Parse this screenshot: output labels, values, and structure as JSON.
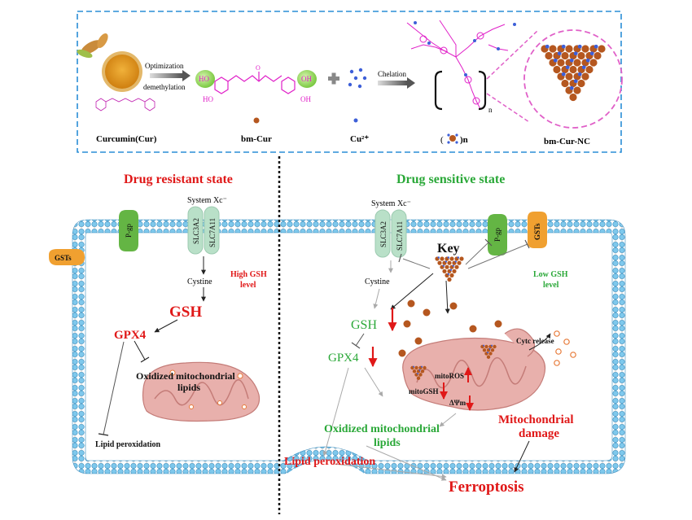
{
  "top_panel": {
    "labels": {
      "optimization": "Optimization",
      "demethylation": "demethylation",
      "curcumin": "Curcumin(Cur)",
      "bm_cur": "bm-Cur",
      "cu": "Cu²⁺",
      "chelation": "Chelation",
      "n_bracket": "n",
      "n_small": ")n",
      "bm_cur_nc": "bm-Cur-NC",
      "ho": "HO",
      "oh": "OH",
      "o": "O"
    }
  },
  "left_panel": {
    "title": "Drug resistant state",
    "system_xc": "System Xc⁻",
    "slc3a2": "SLC3A2",
    "slc7a11": "SLC7A11",
    "pgp": "P-gp",
    "gsts": "GSTs",
    "high_gsh_line1": "High GSH",
    "high_gsh_line2": "level",
    "cystine": "Cystine",
    "gsh": "GSH",
    "gpx4": "GPX4",
    "oxidized_line1": "Oxidized mitochondrial",
    "oxidized_line2": "lipids",
    "lipid_perox": "Lipid peroxidation"
  },
  "right_panel": {
    "title": "Drug sensitive state",
    "system_xc": "System Xc⁻",
    "slc3a2": "SLC3A2",
    "slc7a11": "SLC7A11",
    "pgp": "P-gp",
    "gsts": "GSTs",
    "key": "Key",
    "low_gsh_line1": "Low GSH",
    "low_gsh_line2": "level",
    "cystine": "Cystine",
    "gsh": "GSH",
    "gpx4": "GPX4",
    "cytc": "Cytc release",
    "mitoros": "mitoROS",
    "mitogsh": "mitoGSH",
    "dpsi": "ΔΨm",
    "oxidized_line1": "Oxidized mitochondrial",
    "oxidized_line2": "lipids",
    "mito_damage_line1": "Mitochondrial",
    "mito_damage_line2": "damage",
    "lipid_perox": "Lipid peroxidation",
    "ferroptosis": "Ferroptosis"
  },
  "colors": {
    "red": "#e01818",
    "green": "#2aa838",
    "magenta": "#e020c8",
    "membrane_blue": "#7ec8ec",
    "mito_fill": "#e8b0ac",
    "dash_blue": "#2a8ed6",
    "nanoparticle_brown": "#b5571f",
    "cu_blue": "#3d5fd8"
  }
}
